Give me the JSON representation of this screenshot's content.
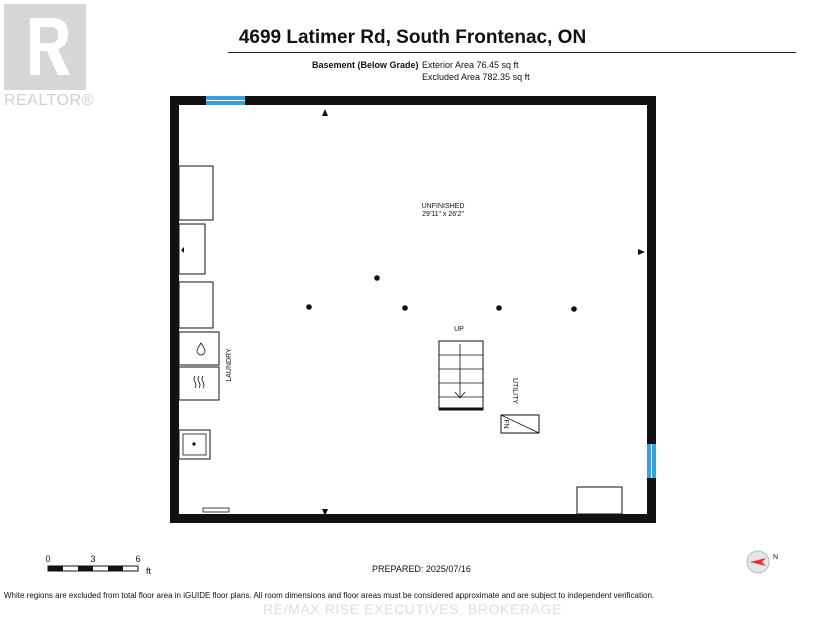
{
  "header": {
    "title": "4699 Latimer Rd, South Frontenac, ON",
    "floor_label": "Basement (Below Grade)",
    "exterior_area": "Exterior Area 76.45 sq ft",
    "excluded_area": "Excluded Area 782.35 sq ft"
  },
  "watermark": {
    "logo_text": "REALTOR®",
    "brokerage": "RE/MAX RISE EXECUTIVES, BROKERAGE"
  },
  "plan": {
    "room_name": "UNFINISHED",
    "room_dims": "29'11\" x 26'2\"",
    "laundry_label": "LAUNDRY",
    "utility_label": "UTILITY",
    "stairs_label": "UP",
    "furnace_label": "FN"
  },
  "footer": {
    "prepared": "PREPARED: 2025/07/16",
    "disclaimer": "White regions are excluded from total floor area in iGUIDE floor plans. All room dimensions and floor areas must be considered approximate and are subject to independent verification.",
    "scale_ticks": [
      "0",
      "3",
      "6"
    ],
    "scale_unit": "ft",
    "compass_label": "N"
  },
  "colors": {
    "wall": "#111111",
    "window": "#3aa0d8",
    "compass_arrow": "#e23030",
    "watermark": "#cfcfcf"
  }
}
